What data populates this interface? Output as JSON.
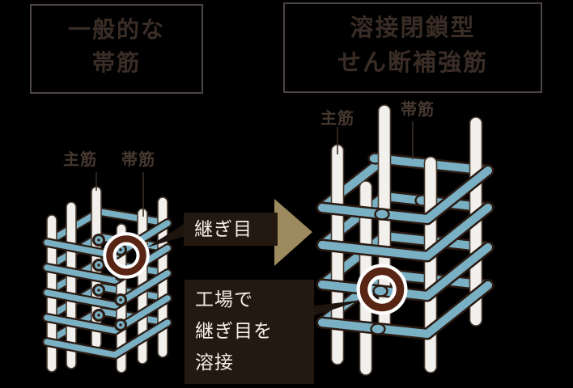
{
  "left_panel": {
    "title_line1": "一般的な",
    "title_line2": "帯筋",
    "main_bar_label": "主筋",
    "hoop_label": "帯筋"
  },
  "right_panel": {
    "title_line1": "溶接閉鎖型",
    "title_line2": "せん断補強筋",
    "main_bar_label": "主筋",
    "hoop_label": "帯筋"
  },
  "callouts": {
    "joint": "継ぎ目",
    "factory_line1": "工場で",
    "factory_line2": "継ぎ目を",
    "factory_line3": "溶接"
  },
  "colors": {
    "background": "#000000",
    "hoop": "#7ab0c4",
    "hoop_outline": "#2b1a12",
    "rebar": "#f2f0ec",
    "rebar_outline": "#45392f",
    "highlight_ring": "#582413",
    "highlight_halo": "#ffffff",
    "callout_bg": "#241911",
    "callout_text": "#f4efe9",
    "title_text": "#3a2d26",
    "title_border": "#4c4541",
    "label_text": "#46382f",
    "arrow": "#9d8a5e"
  }
}
